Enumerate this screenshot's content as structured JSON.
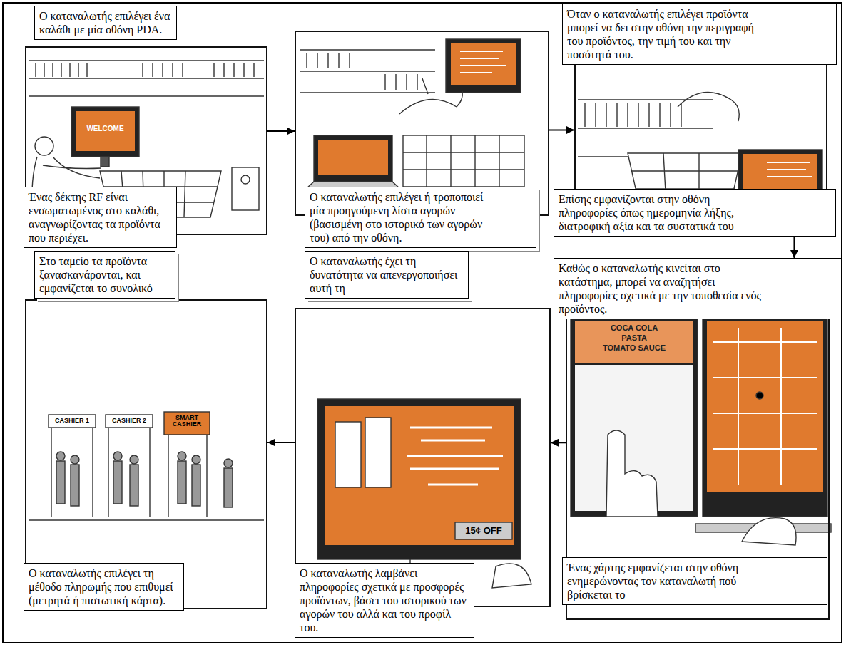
{
  "diagram": {
    "nodes": [
      {
        "text": [
          "Ο καταναλωτής επιλέγει ένα καλάθι με μία οθόνη PDA.",
          "Ένας δέκτης RF είναι ενσωματωμένος στο καλάθι, αναγνωρίζοντας τα προϊόντα που περιέχει."
        ]
      },
      {
        "text": [
          "Ο καταναλωτής επιλέγει ή τροποποιεί μία προηγούμενη λίστα αγορών (βασισμένη στο ιστορικό των αγορών του) από την οθόνη."
        ]
      },
      {
        "text": [
          "Όταν ο καταναλωτής επιλέγει προϊόντα μπορεί να δει στην οθόνη την περιγραφή του προϊόντος, την τιμή του και την ποσότητά του.",
          "Επίσης εμφανίζονται στην οθόνη πληροφορίες όπως ημερομηνία λήξης, διατροφική αξία και τα συστατικά του"
        ]
      },
      {
        "text": [
          "Καθώς ο καταναλωτής κινείται στο κατάστημα, μπορεί να αναζητήσει πληροφορίες σχετικά με την τοποθεσία ενός προϊόντος.",
          "Ένας χάρτης εμφανίζεται στην οθόνη ενημερώνοντας τον καταναλωτή πού βρίσκεται το"
        ]
      },
      {
        "text": [
          "Ο καταναλωτής έχει τη δυνατότητα να απενεργοποιήσει αυτή τη",
          "Ο καταναλωτής λαμβάνει πληροφορίες σχετικά με προσφορές προϊόντων, βάσει του ιστορικού των αγορών του αλλά και του προφίλ του."
        ]
      },
      {
        "text": [
          "Στο ταμείο τα προϊόντα ξανασκανάρονται, και εμφανίζεται το συνολικό",
          "Ο καταναλωτής επιλέγει τη μέθοδο πληρωμής που επιθυμεί (μετρητά ή πιστωτική κάρτα)."
        ]
      }
    ],
    "edges": [
      {
        "from": 0,
        "to": 1,
        "arrow": "to"
      },
      {
        "from": 1,
        "to": 2,
        "arrow": "to"
      },
      {
        "from": 2,
        "to": 3,
        "arrow": "to"
      },
      {
        "from": 3,
        "to": 4,
        "arrow": "to"
      },
      {
        "from": 4,
        "to": 5,
        "arrow": "to"
      }
    ],
    "labels": [
      "WELCOME",
      "COCA COLA",
      "PASTA",
      "TOMATO SAUCE",
      "15¢ OFF",
      "CASHIER 1",
      "CASHIER 2",
      "SMART CASHIER"
    ]
  }
}
